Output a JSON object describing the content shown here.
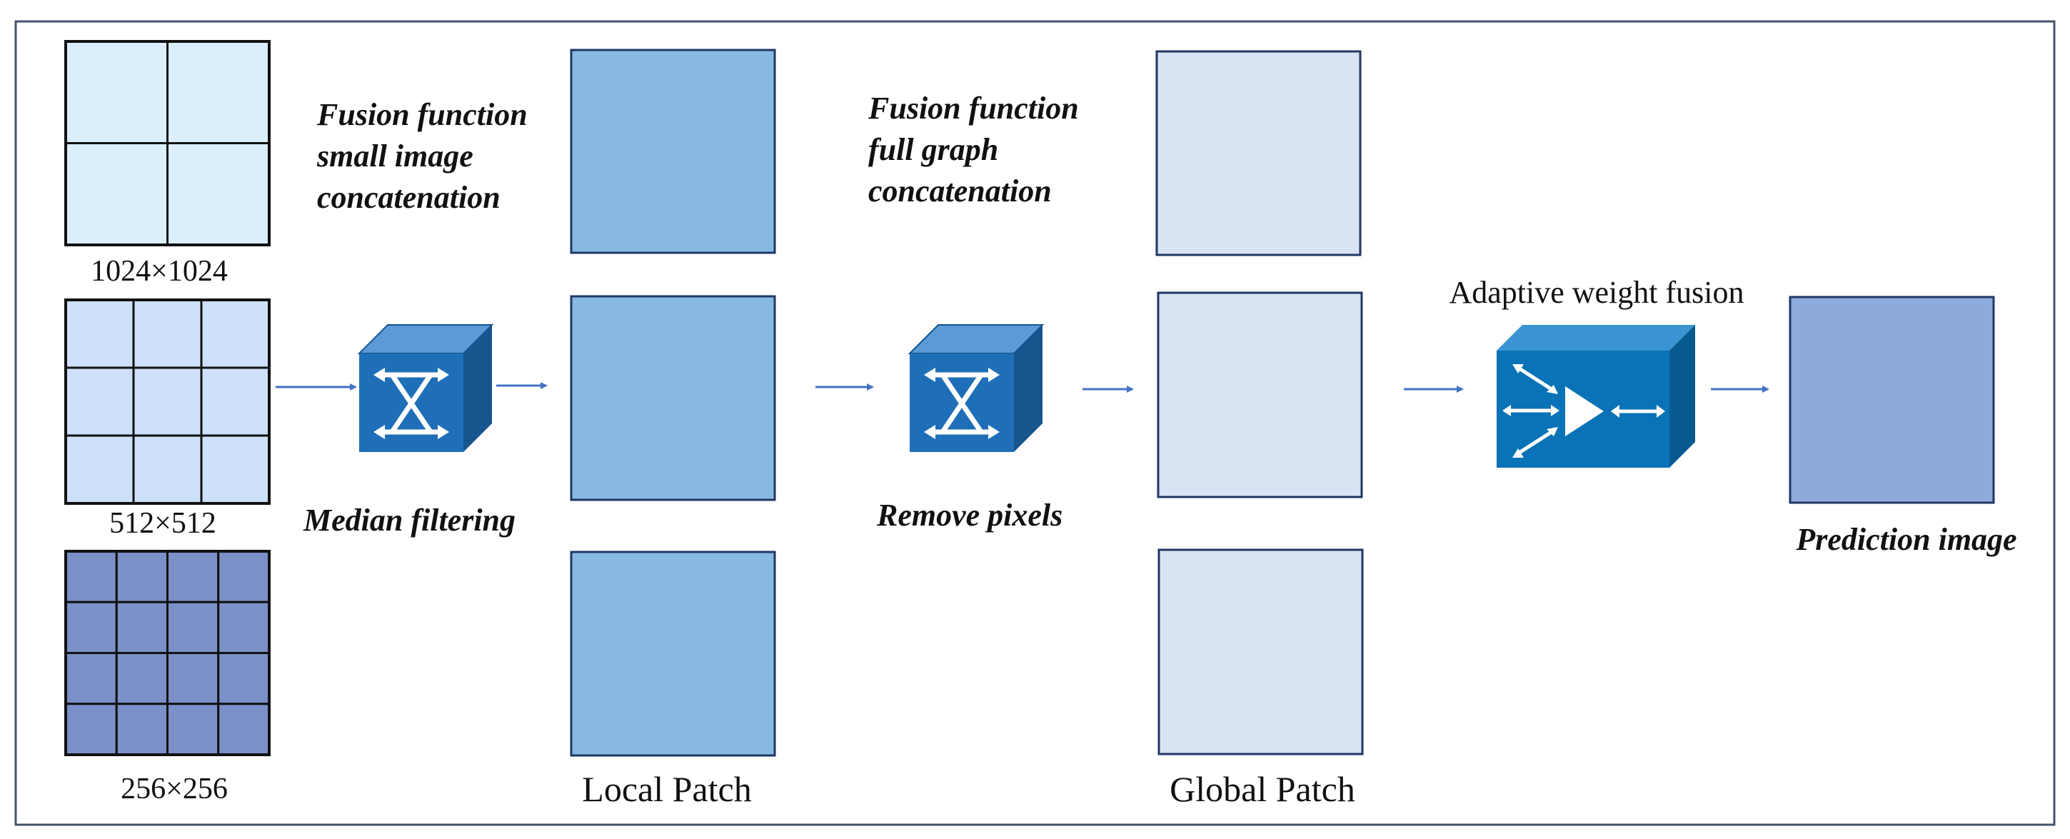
{
  "grids": [
    {
      "label": "1024×1024",
      "divisions": 2,
      "fill": "#dbeefc"
    },
    {
      "label": "512×512",
      "divisions": 3,
      "fill": "#cfe0fa"
    },
    {
      "label": "256×256",
      "divisions": 4,
      "fill": "#7b90c8"
    }
  ],
  "captions": {
    "fusion_local": [
      "Fusion function",
      "small image",
      "concatenation"
    ],
    "fusion_global": [
      "Fusion function",
      "full graph",
      "concatenation"
    ],
    "median_filtering": "Median filtering",
    "remove_pixels": "Remove pixels",
    "adaptive_weight_fusion": "Adaptive weight  fusion",
    "prediction_image": "Prediction image",
    "local_patch": "Local Patch",
    "global_patch": "Global Patch"
  },
  "icons": {
    "median_filter": "switch-cube-icon",
    "remove_pixels": "switch-cube-icon",
    "adaptive_fusion": "amplifier-box-icon"
  },
  "colors": {
    "border": "#44546a",
    "arrow": "#4472c4",
    "local_patch_fill": "#87b9e3",
    "global_patch_fill": "#dae3f3",
    "prediction_fill": "#8eaadc",
    "box_stroke": "#1f3763",
    "cube_front": "#1e6fb8",
    "cube_top": "#5a9ad6",
    "cube_side": "#16558e",
    "amp_front": "#0a72b6",
    "amp_top": "#3a93d2",
    "amp_side": "#075a90"
  }
}
